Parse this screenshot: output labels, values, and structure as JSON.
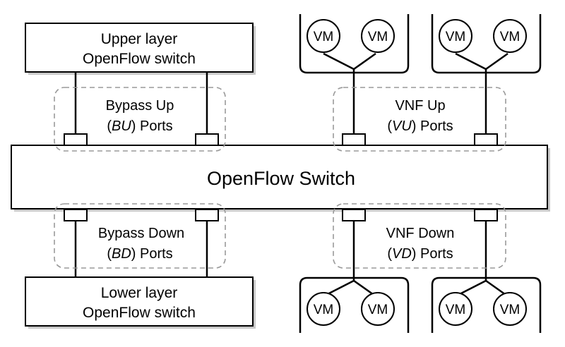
{
  "main_switch": {
    "label": "OpenFlow Switch"
  },
  "upper_switch": {
    "line1": "Upper layer",
    "line2": "OpenFlow switch"
  },
  "lower_switch": {
    "line1": "Lower layer",
    "line2": "OpenFlow switch"
  },
  "port_groups": {
    "bu": {
      "line1": "Bypass Up",
      "open": "(",
      "abbr": "BU",
      "close": ") Ports"
    },
    "vu": {
      "line1": "VNF Up",
      "open": "(",
      "abbr": "VU",
      "close": ") Ports"
    },
    "bd": {
      "line1": "Bypass Down",
      "open": "(",
      "abbr": "BD",
      "close": ") Ports"
    },
    "vd": {
      "line1": "VNF Down",
      "open": "(",
      "abbr": "VD",
      "close": ") Ports"
    }
  },
  "vm_label": "VM",
  "colors": {
    "line": "#000000",
    "dashed_group": "#9a9a9a",
    "shadow": "#c8c8c8"
  }
}
